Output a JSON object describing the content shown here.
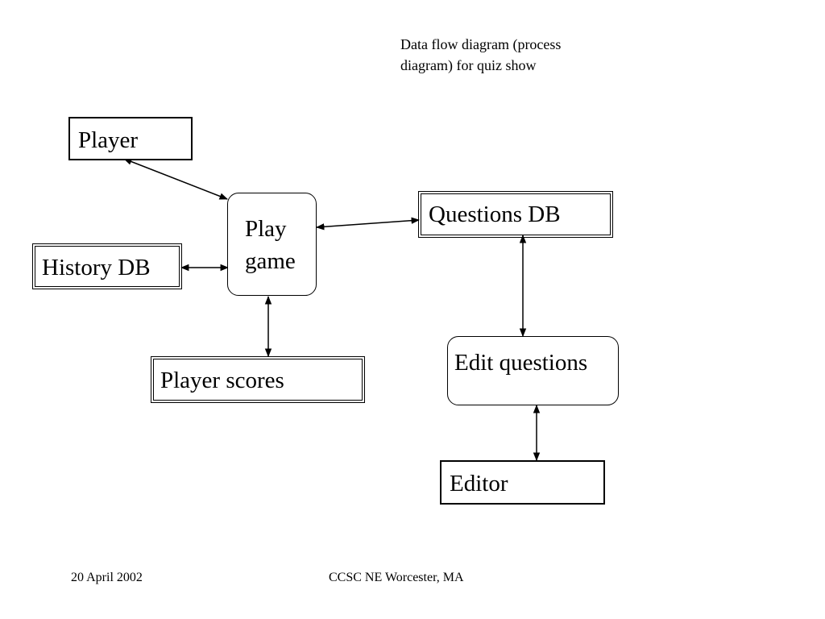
{
  "caption": {
    "line1": "Data flow diagram (process",
    "line2": "diagram) for quiz show"
  },
  "nodes": {
    "player": "Player",
    "history_db": "History DB",
    "play_game_line1": "Play",
    "play_game_line2": "game",
    "player_scores": "Player scores",
    "questions_db": "Questions DB",
    "edit_questions": "Edit questions",
    "editor": "Editor"
  },
  "edges": [
    {
      "from": "player",
      "to": "play_game",
      "arrows": "both"
    },
    {
      "from": "history_db",
      "to": "play_game",
      "arrows": "both"
    },
    {
      "from": "play_game",
      "to": "player_scores",
      "arrows": "both"
    },
    {
      "from": "play_game",
      "to": "questions_db",
      "arrows": "both"
    },
    {
      "from": "questions_db",
      "to": "edit_questions",
      "arrows": "both"
    },
    {
      "from": "edit_questions",
      "to": "editor",
      "arrows": "both"
    }
  ],
  "footer": {
    "date": "20 April 2002",
    "venue": "CCSC NE Worcester, MA"
  }
}
